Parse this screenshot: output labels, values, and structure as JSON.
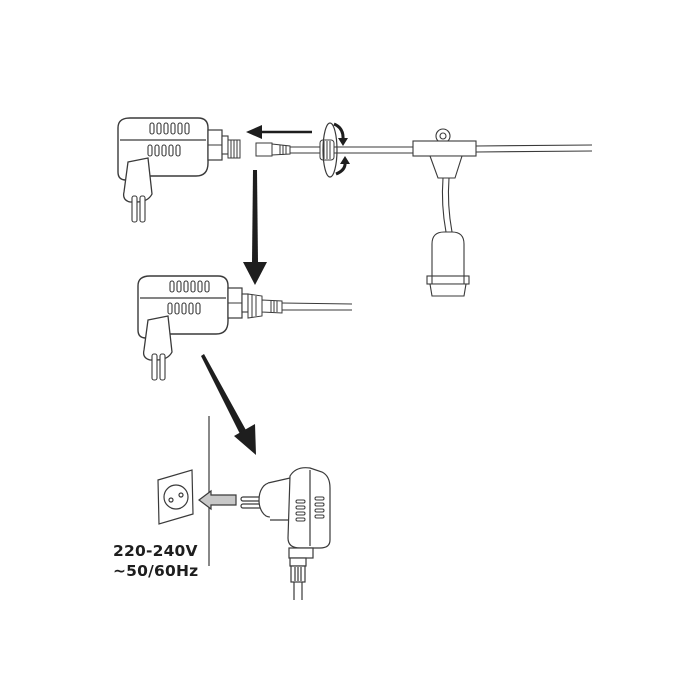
{
  "diagram": {
    "type": "assembly-instructions",
    "steps": [
      {
        "id": 1,
        "description": "Unscrew connector on string-light cable and slide toward adapter threaded plug"
      },
      {
        "id": 2,
        "description": "Adapter connected to string-light cable"
      },
      {
        "id": 3,
        "description": "Plug adapter into wall socket"
      }
    ],
    "power_label": {
      "voltage": "220-240V",
      "frequency": "~50/60Hz"
    },
    "colors": {
      "line": "#3a3a3a",
      "arrow": "#1e1e1e",
      "insert_arrow_fill": "#c8c8c8",
      "background": "#ffffff"
    },
    "icons": [
      "power-adapter-icon",
      "cable-connector-icon",
      "rotate-arrows-icon",
      "lamp-socket-icon",
      "wall-socket-icon"
    ]
  }
}
